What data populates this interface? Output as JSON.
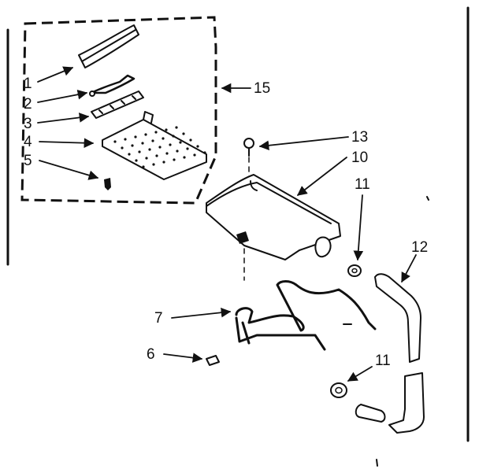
{
  "callouts": {
    "c1": "1",
    "c2": "2",
    "c3": "3",
    "c4": "4",
    "c5": "5",
    "c6": "6",
    "c7": "7",
    "c10": "10",
    "c11a": "11",
    "c11b": "11",
    "c12": "12",
    "c13": "13",
    "c15": "15"
  }
}
